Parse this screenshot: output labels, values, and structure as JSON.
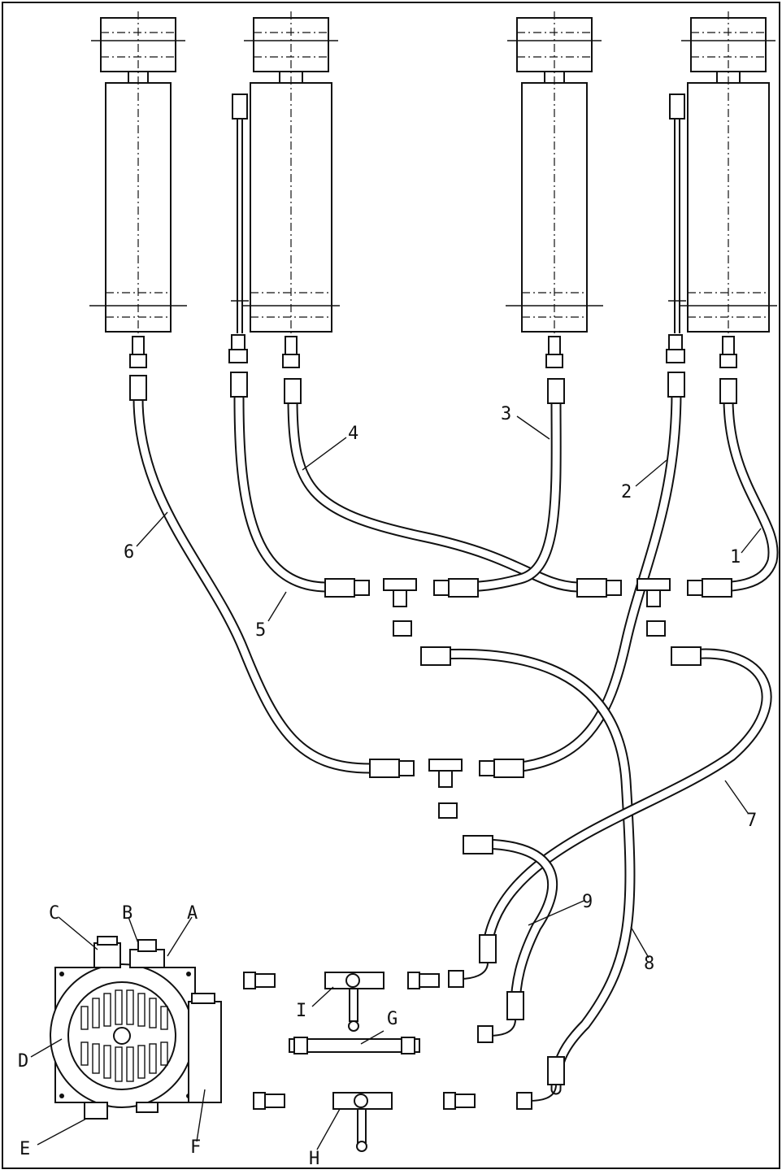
{
  "diagram": {
    "hose_labels": [
      "1",
      "2",
      "3",
      "4",
      "5",
      "6",
      "7",
      "8",
      "9"
    ],
    "component_labels": [
      "A",
      "B",
      "C",
      "D",
      "E",
      "F",
      "G",
      "H",
      "I"
    ]
  }
}
